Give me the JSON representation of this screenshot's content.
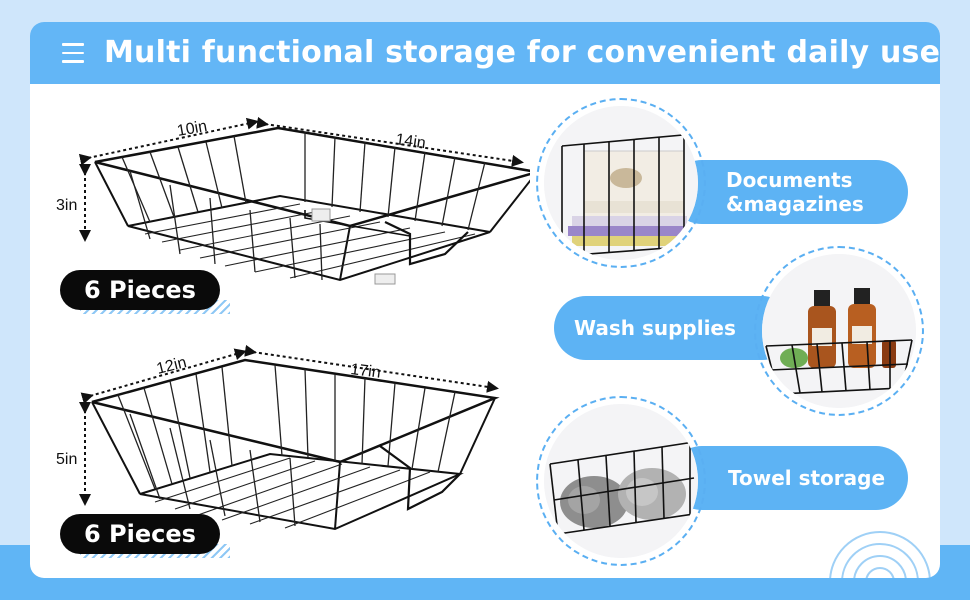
{
  "header": {
    "title": "Multi functional storage for convenient daily use",
    "menu_icon": "menu-icon"
  },
  "products": [
    {
      "width_label": "10in",
      "length_label": "14in",
      "height_label": "3in",
      "pieces_label": "6 Pieces"
    },
    {
      "width_label": "12in",
      "length_label": "17in",
      "height_label": "5in",
      "pieces_label": "6 Pieces"
    }
  ],
  "uses": [
    {
      "line1": "Documents",
      "line2": "&magazines",
      "icon": "documents-basket-photo"
    },
    {
      "line1": "Wash supplies",
      "icon": "wash-supplies-basket-photo"
    },
    {
      "line1": "Towel storage",
      "icon": "towel-basket-photo"
    }
  ],
  "colors": {
    "accent_blue": "#5db3f4",
    "background": "#cfe6fb",
    "badge_black": "#0a0a0a"
  }
}
